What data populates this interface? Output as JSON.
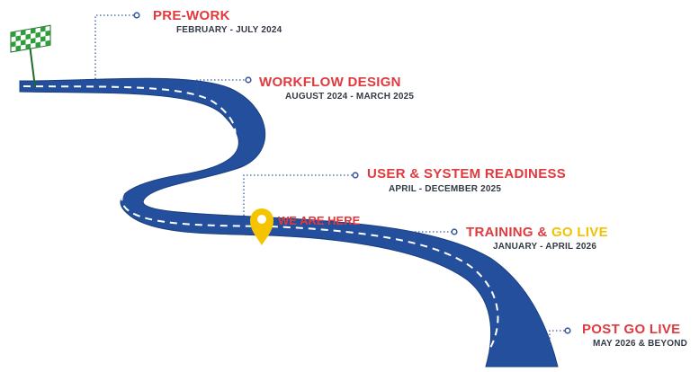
{
  "colors": {
    "road": "#234f9c",
    "road_edge": "#1b3f80",
    "lane": "#ffffff",
    "title_red": "#e0393e",
    "go_live_yellow": "#f2c200",
    "date_dark": "#333a45",
    "connector": "#3a5aa0",
    "pin": "#f5c400",
    "flag_green": "#2f9e3a"
  },
  "start_flag": {
    "icon": "checkered-flag-icon"
  },
  "milestones": [
    {
      "title": "PRE-WORK",
      "dates": "FEBRUARY - JULY 2024"
    },
    {
      "title": "WORKFLOW DESIGN",
      "dates": "AUGUST 2024 - MARCH 2025"
    },
    {
      "title": "USER & SYSTEM READINESS",
      "dates": "APRIL - DECEMBER 2025"
    },
    {
      "title_part1": "TRAINING & ",
      "title_part2": "GO LIVE",
      "dates": "JANUARY - APRIL 2026"
    },
    {
      "title": "POST GO LIVE",
      "dates": "MAY 2026 & BEYOND"
    }
  ],
  "current_marker": {
    "label": "WE ARE HERE",
    "icon": "location-pin-icon"
  }
}
